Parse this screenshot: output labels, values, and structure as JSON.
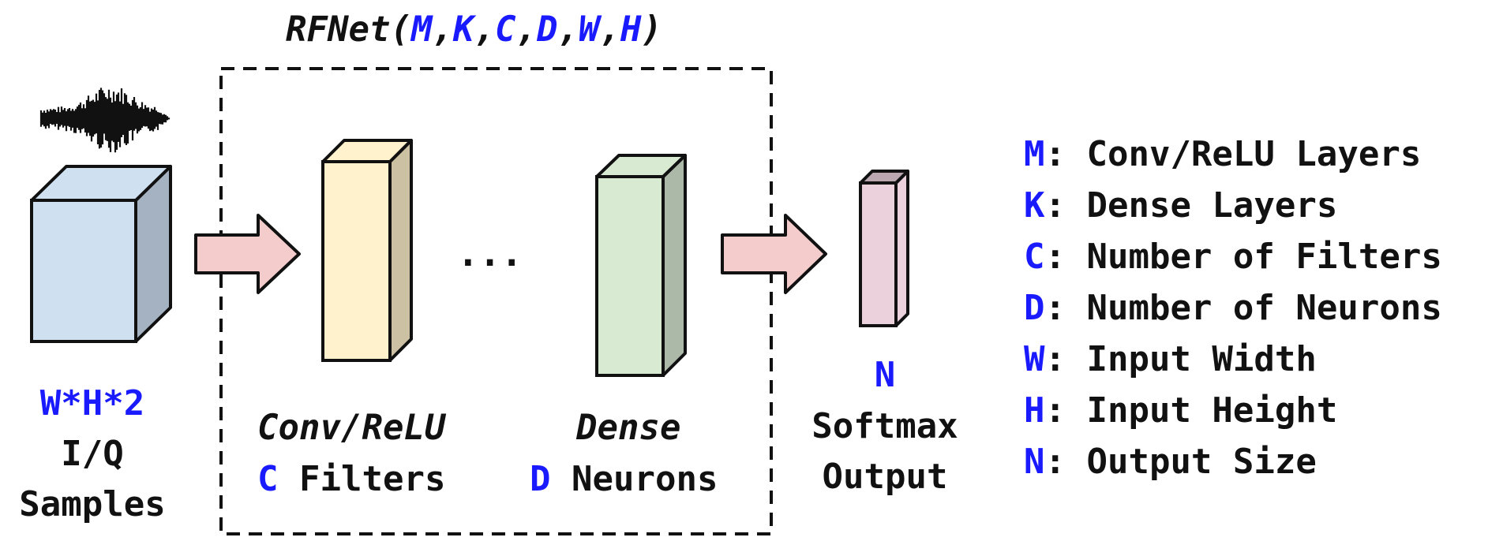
{
  "title": {
    "prefix": "RFNet(",
    "params": [
      "M",
      "K",
      "C",
      "D",
      "W",
      "H"
    ],
    "suffix": ")"
  },
  "input": {
    "dims": "W*H*2",
    "label_line1": "I/Q",
    "label_line2": "Samples"
  },
  "conv": {
    "name": "Conv/ReLU",
    "count_var": "C",
    "count_label": "Filters"
  },
  "ellipsis": "...",
  "dense": {
    "name": "Dense",
    "count_var": "D",
    "count_label": "Neurons"
  },
  "output": {
    "size_var": "N",
    "label_line1": "Softmax",
    "label_line2": "Output"
  },
  "legend": [
    {
      "key": "M",
      "desc": "Conv/ReLU Layers"
    },
    {
      "key": "K",
      "desc": "Dense Layers"
    },
    {
      "key": "C",
      "desc": "Number of Filters"
    },
    {
      "key": "D",
      "desc": "Number of Neurons"
    },
    {
      "key": "W",
      "desc": "Input Width"
    },
    {
      "key": "H",
      "desc": "Input Height"
    },
    {
      "key": "N",
      "desc": "Output Size"
    }
  ],
  "colors": {
    "accent": "#1a1aff",
    "input_front": "#cfe0f1",
    "input_side": "#a4b2c1",
    "conv_front": "#fff2cc",
    "conv_side": "#ccc2a3",
    "dense_front": "#d9ead3",
    "dense_side": "#adb9a8",
    "output_front": "#ead1dc",
    "output_side": "#bba7b0",
    "arrow": "#f4cccc"
  }
}
